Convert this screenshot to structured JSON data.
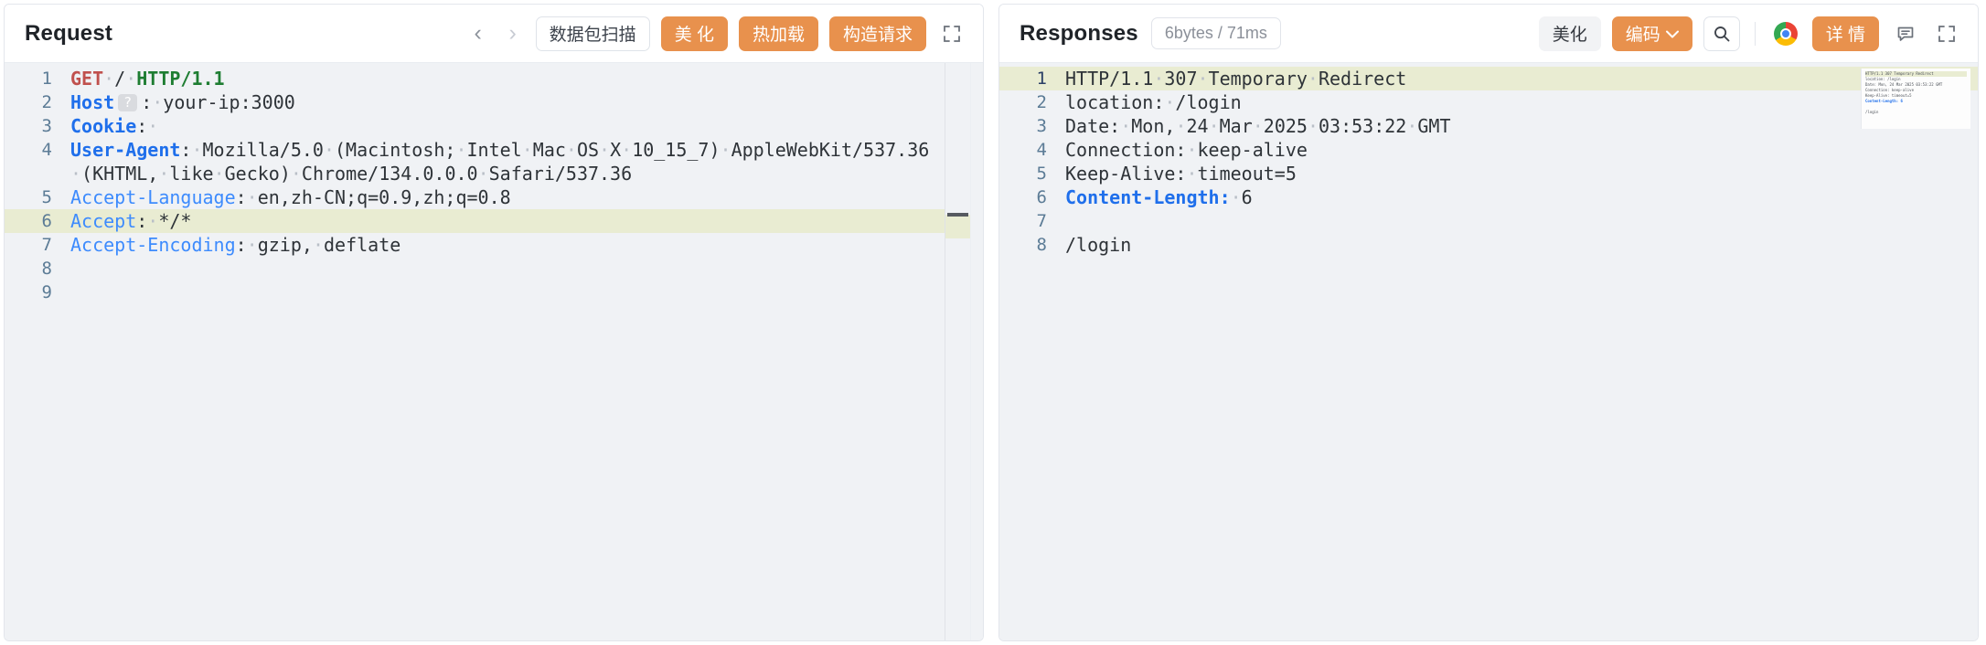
{
  "request_panel": {
    "title": "Request",
    "nav": {
      "prev": "‹",
      "next": "›"
    },
    "buttons": {
      "scan": "数据包扫描",
      "beautify": "美 化",
      "hot_reload": "热加载",
      "build_request": "构造请求"
    },
    "expand_icon": "expand-icon",
    "lines": [
      {
        "no": "1",
        "highlight": false,
        "segments": [
          {
            "t": "GET",
            "c": "k-red"
          },
          {
            "t": "·",
            "c": "dot"
          },
          {
            "t": "/",
            "c": ""
          },
          {
            "t": "·",
            "c": "dot"
          },
          {
            "t": "HTTP/1.1",
            "c": "k-green"
          }
        ]
      },
      {
        "no": "2",
        "highlight": false,
        "segments": [
          {
            "t": "Host",
            "c": "k-blue"
          },
          {
            "t": "?",
            "c": "badge"
          },
          {
            "t": ":",
            "c": ""
          },
          {
            "t": "·",
            "c": "dot"
          },
          {
            "t": "your-ip:3000",
            "c": ""
          }
        ]
      },
      {
        "no": "3",
        "highlight": false,
        "segments": [
          {
            "t": "Cookie",
            "c": "k-blue"
          },
          {
            "t": ":",
            "c": ""
          },
          {
            "t": "·",
            "c": "dot"
          }
        ]
      },
      {
        "no": "4",
        "highlight": false,
        "segments": [
          {
            "t": "User-Agent",
            "c": "k-blue"
          },
          {
            "t": ":",
            "c": ""
          },
          {
            "t": "·",
            "c": "dot"
          },
          {
            "t": "Mozilla/5.0",
            "c": ""
          },
          {
            "t": "·",
            "c": "dot"
          },
          {
            "t": "(Macintosh;",
            "c": ""
          },
          {
            "t": "·",
            "c": "dot"
          },
          {
            "t": "Intel",
            "c": ""
          },
          {
            "t": "·",
            "c": "dot"
          },
          {
            "t": "Mac",
            "c": ""
          },
          {
            "t": "·",
            "c": "dot"
          },
          {
            "t": "OS",
            "c": ""
          },
          {
            "t": "·",
            "c": "dot"
          },
          {
            "t": "X",
            "c": ""
          },
          {
            "t": "·",
            "c": "dot"
          },
          {
            "t": "10_15_7)",
            "c": ""
          },
          {
            "t": "·",
            "c": "dot"
          },
          {
            "t": "AppleWebKit/537.36",
            "c": ""
          },
          {
            "t": "·",
            "c": "dot"
          },
          {
            "t": "(KHTML,",
            "c": ""
          },
          {
            "t": "·",
            "c": "dot"
          },
          {
            "t": "like",
            "c": ""
          },
          {
            "t": "·",
            "c": "dot"
          },
          {
            "t": "Gecko)",
            "c": ""
          },
          {
            "t": "·",
            "c": "dot"
          },
          {
            "t": "Chrome/134.0.0.0",
            "c": ""
          },
          {
            "t": "·",
            "c": "dot"
          },
          {
            "t": "Safari/537.36",
            "c": ""
          }
        ]
      },
      {
        "no": "5",
        "highlight": false,
        "segments": [
          {
            "t": "Accept-Language",
            "c": "k-blue-l"
          },
          {
            "t": ":",
            "c": ""
          },
          {
            "t": "·",
            "c": "dot"
          },
          {
            "t": "en,zh-CN;q=0.9,zh;q=0.8",
            "c": ""
          }
        ]
      },
      {
        "no": "6",
        "highlight": true,
        "segments": [
          {
            "t": "Accept",
            "c": "k-blue-l"
          },
          {
            "t": ":",
            "c": ""
          },
          {
            "t": "·",
            "c": "dot"
          },
          {
            "t": "*/*",
            "c": ""
          }
        ]
      },
      {
        "no": "7",
        "highlight": false,
        "segments": [
          {
            "t": "Accept-Encoding",
            "c": "k-blue-l"
          },
          {
            "t": ":",
            "c": ""
          },
          {
            "t": "·",
            "c": "dot"
          },
          {
            "t": "gzip,",
            "c": ""
          },
          {
            "t": "·",
            "c": "dot"
          },
          {
            "t": "deflate",
            "c": ""
          }
        ]
      },
      {
        "no": "8",
        "highlight": false,
        "segments": []
      },
      {
        "no": "9",
        "highlight": false,
        "segments": []
      }
    ]
  },
  "response_panel": {
    "title": "Responses",
    "meta": "6bytes / 71ms",
    "buttons": {
      "beautify": "美化",
      "encode": "编码",
      "encode_caret": "⌄",
      "detail": "详 情"
    },
    "icons": {
      "search": "search-icon",
      "chrome": "chrome-icon",
      "comment": "comment-icon",
      "expand": "expand-icon"
    },
    "lines": [
      {
        "no": "1",
        "highlight": true,
        "segments": [
          {
            "t": "HTTP/1.1",
            "c": ""
          },
          {
            "t": "·",
            "c": "dot"
          },
          {
            "t": "307",
            "c": ""
          },
          {
            "t": "·",
            "c": "dot"
          },
          {
            "t": "Temporary",
            "c": ""
          },
          {
            "t": "·",
            "c": "dot"
          },
          {
            "t": "Redirect",
            "c": ""
          }
        ]
      },
      {
        "no": "2",
        "highlight": false,
        "segments": [
          {
            "t": "location:",
            "c": ""
          },
          {
            "t": "·",
            "c": "dot"
          },
          {
            "t": "/login",
            "c": ""
          }
        ]
      },
      {
        "no": "3",
        "highlight": false,
        "segments": [
          {
            "t": "Date:",
            "c": ""
          },
          {
            "t": "·",
            "c": "dot"
          },
          {
            "t": "Mon,",
            "c": ""
          },
          {
            "t": "·",
            "c": "dot"
          },
          {
            "t": "24",
            "c": ""
          },
          {
            "t": "·",
            "c": "dot"
          },
          {
            "t": "Mar",
            "c": ""
          },
          {
            "t": "·",
            "c": "dot"
          },
          {
            "t": "2025",
            "c": ""
          },
          {
            "t": "·",
            "c": "dot"
          },
          {
            "t": "03:53:22",
            "c": ""
          },
          {
            "t": "·",
            "c": "dot"
          },
          {
            "t": "GMT",
            "c": ""
          }
        ]
      },
      {
        "no": "4",
        "highlight": false,
        "segments": [
          {
            "t": "Connection:",
            "c": ""
          },
          {
            "t": "·",
            "c": "dot"
          },
          {
            "t": "keep-alive",
            "c": ""
          }
        ]
      },
      {
        "no": "5",
        "highlight": false,
        "segments": [
          {
            "t": "Keep-Alive:",
            "c": ""
          },
          {
            "t": "·",
            "c": "dot"
          },
          {
            "t": "timeout=5",
            "c": ""
          }
        ]
      },
      {
        "no": "6",
        "highlight": false,
        "segments": [
          {
            "t": "Content-Length:",
            "c": "k-blue"
          },
          {
            "t": "·",
            "c": "dot"
          },
          {
            "t": "6",
            "c": ""
          }
        ]
      },
      {
        "no": "7",
        "highlight": false,
        "segments": []
      },
      {
        "no": "8",
        "highlight": false,
        "segments": [
          {
            "t": "/login",
            "c": ""
          }
        ]
      }
    ],
    "minimap": [
      {
        "text": "HTTP/1.1 307 Temporary Redirect",
        "bold": false,
        "hl": true
      },
      {
        "text": "location: /login",
        "bold": false,
        "hl": false
      },
      {
        "text": "Date: Mon, 24 Mar 2025 03:53:22 GMT",
        "bold": false,
        "hl": false
      },
      {
        "text": "Connection: keep-alive",
        "bold": false,
        "hl": false
      },
      {
        "text": "Keep-Alive: timeout=5",
        "bold": false,
        "hl": false
      },
      {
        "text": "Content-Length: 6",
        "bold": true,
        "hl": false
      },
      {
        "text": "",
        "bold": false,
        "hl": false
      },
      {
        "text": "/login",
        "bold": false,
        "hl": false
      }
    ]
  },
  "colors": {
    "accent_orange": "#e8914d",
    "highlight_line": "#e9ecd2",
    "editor_bg": "#f0f2f5",
    "keyword_blue": "#1f6feb",
    "method_red": "#c0504d",
    "proto_green": "#1e7d32"
  }
}
